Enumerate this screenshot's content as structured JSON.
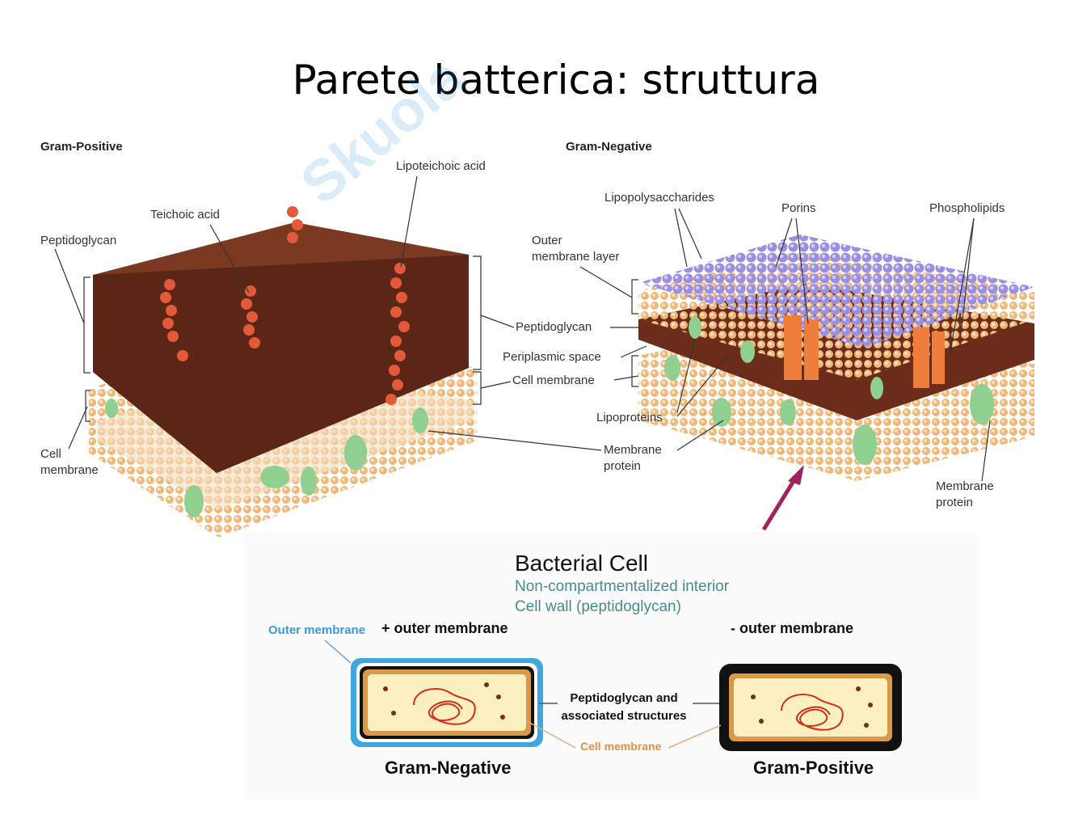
{
  "title": "Parete batterica: struttura",
  "watermark": "Skuola.net",
  "gram_positive_diagram": {
    "heading": "Gram-Positive",
    "labels": {
      "lipoteichoic": "Lipoteichoic acid",
      "teichoic": "Teichoic acid",
      "peptidoglycan": "Peptidoglycan",
      "cell_membrane_1": "Cell",
      "cell_membrane_2": "membrane"
    }
  },
  "gram_negative_diagram": {
    "heading": "Gram-Negative",
    "labels": {
      "lps": "Lipopolysaccharides",
      "porins": "Porins",
      "phospholipids": "Phospholipids",
      "outer_1": "Outer",
      "outer_2": "membrane layer",
      "peptidoglycan": "Peptidoglycan",
      "periplasmic": "Periplasmic space",
      "cell_membrane": "Cell membrane",
      "lipoproteins": "Lipoproteins",
      "membrane_protein_1": "Membrane",
      "membrane_protein_2": "protein",
      "membrane_protein_r1": "Membrane",
      "membrane_protein_r2": "protein"
    }
  },
  "bacterial_cell": {
    "title": "Bacterial Cell",
    "sub1": "Non-compartmentalized interior",
    "sub2": "Cell wall (peptidoglycan)",
    "outer_membrane": "Outer membrane",
    "plus_outer": "+ outer membrane",
    "minus_outer": "- outer membrane",
    "pg_1": "Peptidoglycan and",
    "pg_2": "associated structures",
    "cell_membrane": "Cell membrane",
    "gram_negative": "Gram-Negative",
    "gram_positive": "Gram-Positive"
  }
}
